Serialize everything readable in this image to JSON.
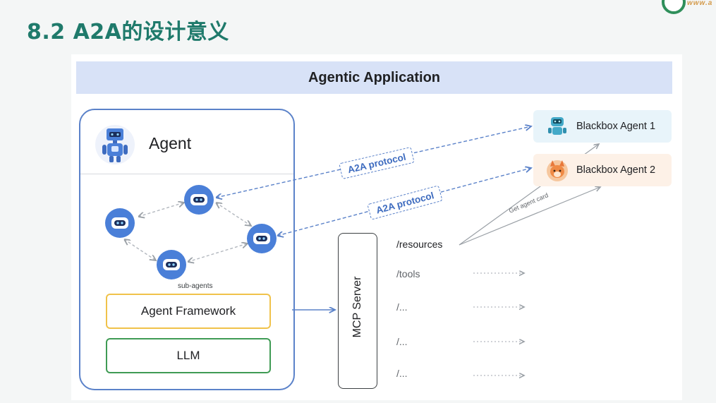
{
  "slide": {
    "title": "8.2 A2A的设计意义",
    "corner_url": "www.a"
  },
  "diagram": {
    "application_label": "Agentic Application",
    "agent": {
      "title": "Agent",
      "subagents_label": "sub-agents",
      "framework_label": "Agent Framework",
      "llm_label": "LLM"
    },
    "mcp_label": "MCP Server",
    "resources": [
      "/resources",
      "/tools",
      "/...",
      "/...",
      "/..."
    ],
    "protocol_label_1": "A2A protocol",
    "protocol_label_2": "A2A protocol",
    "get_agent_card_label": "Get agent card",
    "blackbox_agent_1": "Blackbox Agent 1",
    "blackbox_agent_2": "Blackbox Agent 2",
    "colors": {
      "title_green": "#1f7a6b",
      "agent_blue": "#4a7fd8",
      "framework_yellow": "#f0c24a",
      "llm_green": "#3f9b54",
      "app_bar": "#d8e2f7",
      "protocol_dash": "#5b82c9"
    },
    "icons": [
      "robot-icon",
      "sub-agent-icon",
      "teal-robot-icon",
      "orange-fox-icon"
    ]
  }
}
